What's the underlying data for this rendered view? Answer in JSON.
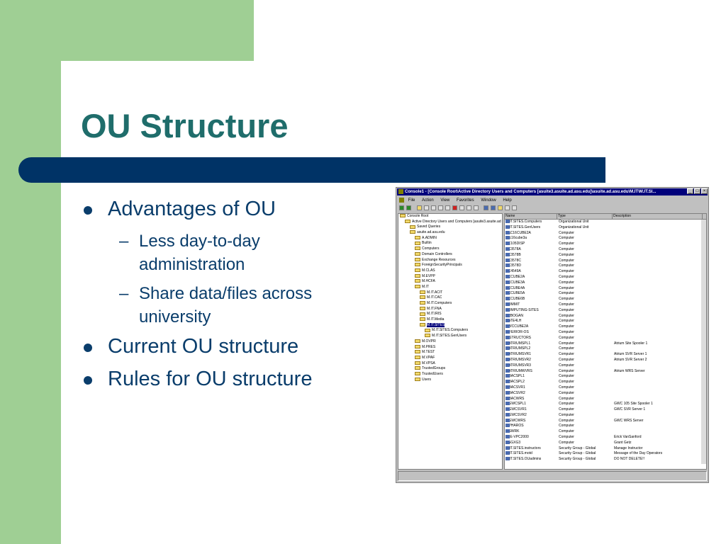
{
  "slide": {
    "title": "OU Structure",
    "colors": {
      "green": "#9fcf94",
      "navy_bar": "#003366",
      "title": "#1f6d6b",
      "text": "#0a3d6b"
    },
    "bullets": [
      {
        "text": "Advantages of OU",
        "sub": [
          "Less day-to-day administration",
          "Share data/files across university"
        ]
      },
      {
        "text": "Current OU structure",
        "sub": []
      },
      {
        "text": "Rules for OU structure",
        "sub": []
      }
    ]
  },
  "window": {
    "title": "Console1 - [Console Root\\Active Directory Users and Computers [asuite3.asuite.ad.asu.edu]\\asuite.ad.asu.edu\\M.IT\\M.IT.SI...",
    "controls": [
      "_",
      "□",
      "×"
    ],
    "menu": [
      "File",
      "Action",
      "View",
      "Favorites",
      "Window",
      "Help"
    ],
    "tree": [
      {
        "label": "Console Root",
        "level": 0
      },
      {
        "label": "Active Directory Users and Computers [asuite3.asuite.ad",
        "level": 1
      },
      {
        "label": "Saved Queries",
        "level": 2
      },
      {
        "label": "asuite.ad.asu.edu",
        "level": 2
      },
      {
        "label": "A.ADMIN",
        "level": 3
      },
      {
        "label": "Builtin",
        "level": 3
      },
      {
        "label": "Computers",
        "level": 3
      },
      {
        "label": "Domain Controllers",
        "level": 3
      },
      {
        "label": "Exchange Resources",
        "level": 3
      },
      {
        "label": "ForeignSecurityPrincipals",
        "level": 3
      },
      {
        "label": "M.CLAS",
        "level": 3
      },
      {
        "label": "M.EVPP",
        "level": 3
      },
      {
        "label": "M.HCFA",
        "level": 3
      },
      {
        "label": "M.IT",
        "level": 3
      },
      {
        "label": "M.IT.ACIT",
        "level": 4
      },
      {
        "label": "M.IT.CAC",
        "level": 4
      },
      {
        "label": "M.IT.Computers",
        "level": 4
      },
      {
        "label": "M.IT.FNA",
        "level": 4
      },
      {
        "label": "M.IT.IRIS",
        "level": 4
      },
      {
        "label": "M.IT.Media",
        "level": 4
      },
      {
        "label": "M.IT.SITES",
        "level": 4,
        "selected": true
      },
      {
        "label": "M.IT.SITES.Computers",
        "level": 5
      },
      {
        "label": "M.IT.SITES.GenUsers",
        "level": 5
      },
      {
        "label": "M.OVPR",
        "level": 3
      },
      {
        "label": "M.PRES",
        "level": 3
      },
      {
        "label": "M.TEST",
        "level": 3
      },
      {
        "label": "M.VPAF",
        "level": 3
      },
      {
        "label": "M.VPSA",
        "level": 3
      },
      {
        "label": "TrustedGroups",
        "level": 3
      },
      {
        "label": "TrustedUsers",
        "level": 3
      },
      {
        "label": "Users",
        "level": 3
      }
    ],
    "columns": [
      "Name",
      "Type",
      "Description"
    ],
    "rows": [
      [
        "M.IT.SITES.Computers",
        "Organizational Unit",
        ""
      ],
      [
        "M.IT.SITES.GenUsers",
        "Organizational Unit",
        ""
      ],
      [
        "BAC16CUBE2A",
        "Computer",
        ""
      ],
      [
        "bac16cube3a",
        "Computer",
        ""
      ],
      [
        "CC105DISP",
        "Computer",
        ""
      ],
      [
        "CC3578A",
        "Computer",
        ""
      ],
      [
        "CC3578B",
        "Computer",
        ""
      ],
      [
        "CC3578C",
        "Computer",
        ""
      ],
      [
        "CC3578D",
        "Computer",
        ""
      ],
      [
        "CC4549A",
        "Computer",
        ""
      ],
      [
        "CCCUBE2A",
        "Computer",
        ""
      ],
      [
        "CCCUBE3A",
        "Computer",
        ""
      ],
      [
        "CCCUBE4A",
        "Computer",
        ""
      ],
      [
        "CCCUBE5A",
        "Computer",
        ""
      ],
      [
        "CCCUBE6B",
        "Computer",
        ""
      ],
      [
        "COMMIT",
        "Computer",
        ""
      ],
      [
        "COMPUTING-SITES",
        "Computer",
        ""
      ],
      [
        "ERBOGAN",
        "Computer",
        ""
      ],
      [
        "GATE4LH",
        "Computer",
        ""
      ],
      [
        "GWCCUBE2A",
        "Computer",
        ""
      ],
      [
        "INFERIOR-OS",
        "Computer",
        ""
      ],
      [
        "INSTRUCTORS",
        "Computer",
        ""
      ],
      [
        "ITATRIUMSPL1",
        "Computer",
        "Atrium Site Spooler 1"
      ],
      [
        "ITATRIUMSPL2",
        "Computer",
        ""
      ],
      [
        "ITATRIUMSVR1",
        "Computer",
        "Atrium SVR Server 1"
      ],
      [
        "ITATRIUMSVR2",
        "Computer",
        "Atrium SVR Server 2"
      ],
      [
        "ITATRIUMSVR3",
        "Computer",
        ""
      ],
      [
        "ITATRIUMWVRS",
        "Computer",
        "Atrium WRS Server"
      ],
      [
        "ITBACSPL1",
        "Computer",
        ""
      ],
      [
        "ITBACSPL2",
        "Computer",
        ""
      ],
      [
        "ITBACSVR1",
        "Computer",
        ""
      ],
      [
        "ITBACSVR2",
        "Computer",
        ""
      ],
      [
        "ITBACWRS",
        "Computer",
        ""
      ],
      [
        "ITGWCSPL1",
        "Computer",
        "GWC 105 Site Spooler 1"
      ],
      [
        "ITGWCSVR1",
        "Computer",
        "GWC SVR Server 1"
      ],
      [
        "ITGWCSVR2",
        "Computer",
        ""
      ],
      [
        "ITGWCWRS",
        "Computer",
        "GWC WRS Server"
      ],
      [
        "ITPHAROS",
        "Computer",
        ""
      ],
      [
        "ITSWRK",
        "Computer",
        ""
      ],
      [
        "JOE-VPC2000",
        "Computer",
        "Erick VanSanford"
      ],
      [
        "KGGXG3",
        "Computer",
        "Grant Getz"
      ],
      [
        "M.IT.SITES.instructors",
        "Security Group - Global",
        "Manage Instructor"
      ],
      [
        "M.IT.SITES.motd",
        "Security Group - Global",
        "Message of the Day Operators"
      ],
      [
        "M.IT.SITES.OUadmins",
        "Security Group - Global",
        "DO NOT DELETE!!"
      ]
    ]
  }
}
